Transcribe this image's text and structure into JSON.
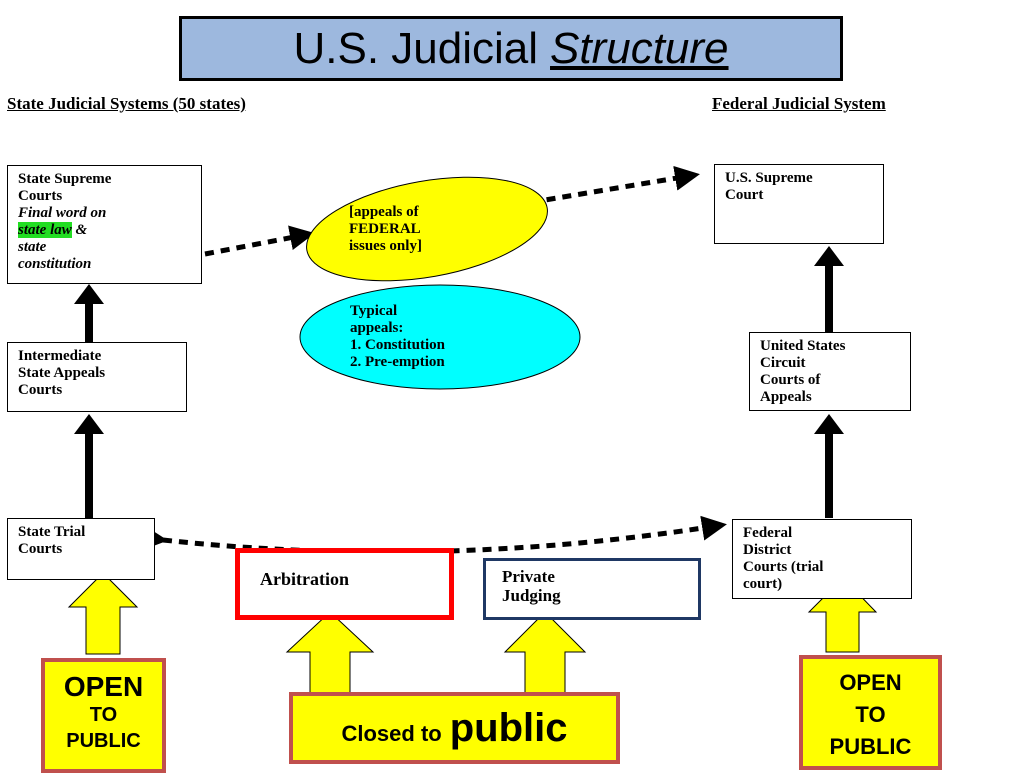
{
  "title": {
    "main": "U.S. Judicial",
    "emphasis": "Structure"
  },
  "headers": {
    "state": "State Judicial Systems (50 states)",
    "federal": "Federal Judicial System"
  },
  "state_courts": {
    "supreme": {
      "line1": "State Supreme",
      "line2": "Courts",
      "italic1": "Final word on",
      "highlight": "state law",
      "amp": "&",
      "italic2": "state",
      "italic3": "constitution"
    },
    "intermediate": {
      "line1": "Intermediate",
      "line2": "State Appeals",
      "line3": "Courts"
    },
    "trial": {
      "line1": "State Trial",
      "line2": "Courts"
    }
  },
  "federal_courts": {
    "supreme": {
      "line1": "U.S. Supreme",
      "line2": "Court"
    },
    "circuit": {
      "line1": "United States",
      "line2": "Circuit",
      "line3": "Courts of",
      "line4": "Appeals"
    },
    "district": {
      "line1": "Federal",
      "line2": "District",
      "line3": "Courts (trial",
      "line4": "court)"
    }
  },
  "federal_issues_note": {
    "line1": "[appeals of",
    "line2": "FEDERAL",
    "line3": "issues only]"
  },
  "typical_appeals": {
    "line1": "Typical",
    "line2": "appeals:",
    "line3": "1. Constitution",
    "line4": "2. Pre-emption"
  },
  "alternatives": {
    "arbitration": "Arbitration",
    "private_line1": "Private",
    "private_line2": "Judging"
  },
  "access": {
    "open_left": {
      "line1": "OPEN",
      "line2": "TO",
      "line3": "PUBLIC"
    },
    "open_right": {
      "line1": "OPEN",
      "line2": "TO",
      "line3": "PUBLIC"
    },
    "closed_prefix": "Closed to",
    "closed_word": "public"
  },
  "colors": {
    "title_bg": "#9DB8DE",
    "yellow": "#FFFF00",
    "ellipse_yellow": "#FFFF00",
    "ellipse_cyan": "#00FFFF",
    "highlight_green": "#22DD22",
    "arbitration_border": "#FF0000",
    "private_border": "#1F3864",
    "access_border": "#C0504D"
  }
}
